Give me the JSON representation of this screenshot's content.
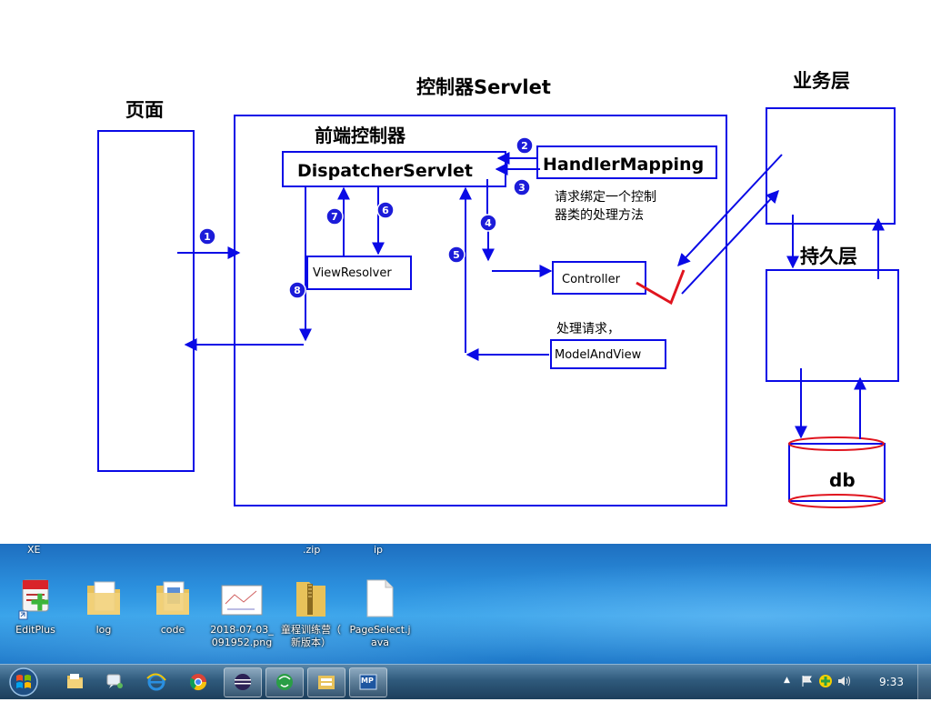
{
  "diagram": {
    "title_servlet": "控制器Servlet",
    "title_page": "页面",
    "title_business": "业务层",
    "title_persistence": "持久层",
    "title_frontend": "前端控制器",
    "dispatcher": "DispatcherServlet",
    "handler_mapping": "HandlerMapping",
    "view_resolver": "ViewResolver",
    "controller": "Controller",
    "model_and_view": "ModelAndView",
    "db": "db",
    "note_mapping_line1": "请求绑定一个控制",
    "note_mapping_line2": "器类的处理方法",
    "note_handle": "处理请求，",
    "steps": [
      "1",
      "2",
      "3",
      "4",
      "5",
      "6",
      "7",
      "8"
    ],
    "colors": {
      "stroke": "#0a0ae6",
      "badge": "#1c1cd9",
      "check": "#e0141e"
    }
  },
  "desktop": {
    "cut_labels": [
      "XE",
      ".zip",
      "ip"
    ],
    "icons": [
      {
        "name": "EditPlus",
        "line1": "EditPlus",
        "line2": "",
        "icon": "editplus-icon"
      },
      {
        "name": "log",
        "line1": "log",
        "line2": "",
        "icon": "folder-icon"
      },
      {
        "name": "code",
        "line1": "code",
        "line2": "",
        "icon": "folder-icon"
      },
      {
        "name": "png",
        "line1": "2018-07-03_",
        "line2": "091952.png",
        "icon": "image-file-icon"
      },
      {
        "name": "zip",
        "line1": "童程训练营（",
        "line2": "新版本）",
        "icon": "zip-folder-icon"
      },
      {
        "name": "java",
        "line1": "PageSelect.j",
        "line2": "ava",
        "icon": "file-icon"
      }
    ]
  },
  "taskbar": {
    "clock": "9:33",
    "apps": [
      "explorer-icon",
      "messenger-icon",
      "ie-icon",
      "chrome-icon",
      "eclipse-icon",
      "network-icon",
      "file-manager-icon",
      "mp-icon"
    ],
    "mp_label": "MP"
  }
}
